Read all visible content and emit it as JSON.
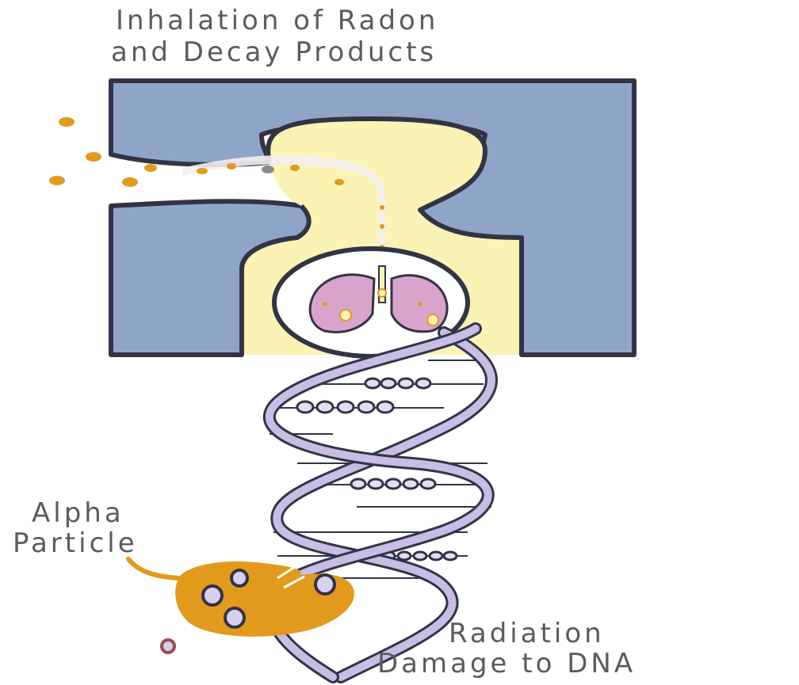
{
  "labels": {
    "title_line1": "Inhalation of Radon",
    "title_line2": "and Decay Products",
    "alpha_line1": "Alpha",
    "alpha_line2": "Particle",
    "damage_line1": "Radiation",
    "damage_line2": "Damage to DNA"
  },
  "colors": {
    "body_blue": "#8fa5c8",
    "body_yellow": "#fbf3b4",
    "outline": "#323446",
    "particle_orange": "#e29a1c",
    "lung_pink": "#d9a4cc",
    "dna_purple": "#c9bde6",
    "label_gray": "#5b5b5b"
  },
  "icons": [
    "person-silhouette",
    "lungs-icon",
    "dna-helix",
    "alpha-particle-icon",
    "radon-particles"
  ]
}
